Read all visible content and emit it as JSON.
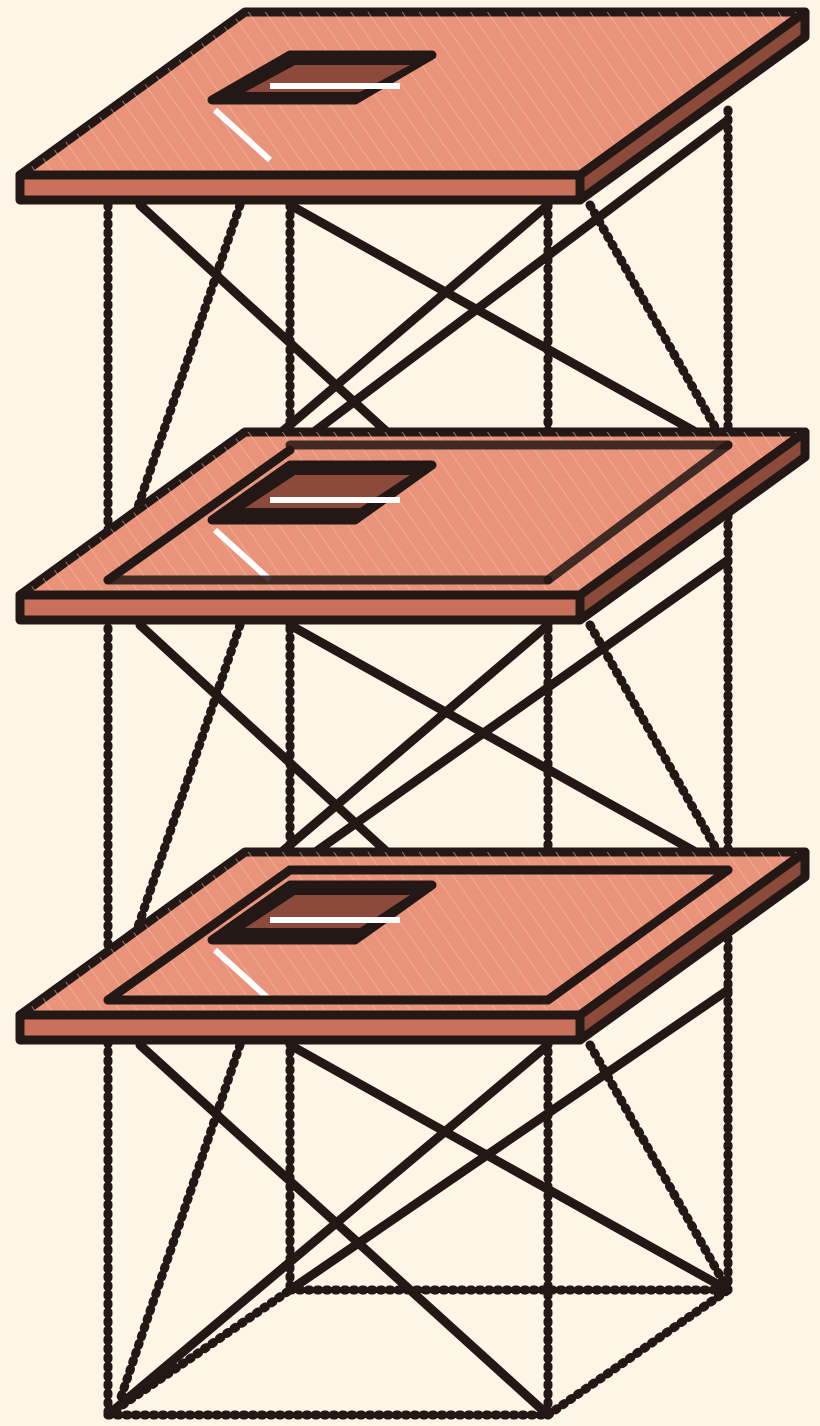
{
  "illustration": {
    "subject": "scaffold-tower",
    "style": "hand-drawn-sketch",
    "platform_count": 3,
    "colors": {
      "background": "#fdf5e6",
      "platform_top": "#e8937a",
      "platform_edge": "#c9715a",
      "platform_dark": "#8c4a3a",
      "hatch_light": "#f6c3a9",
      "outline": "#231815",
      "hole_highlight": "#ffffff"
    }
  }
}
